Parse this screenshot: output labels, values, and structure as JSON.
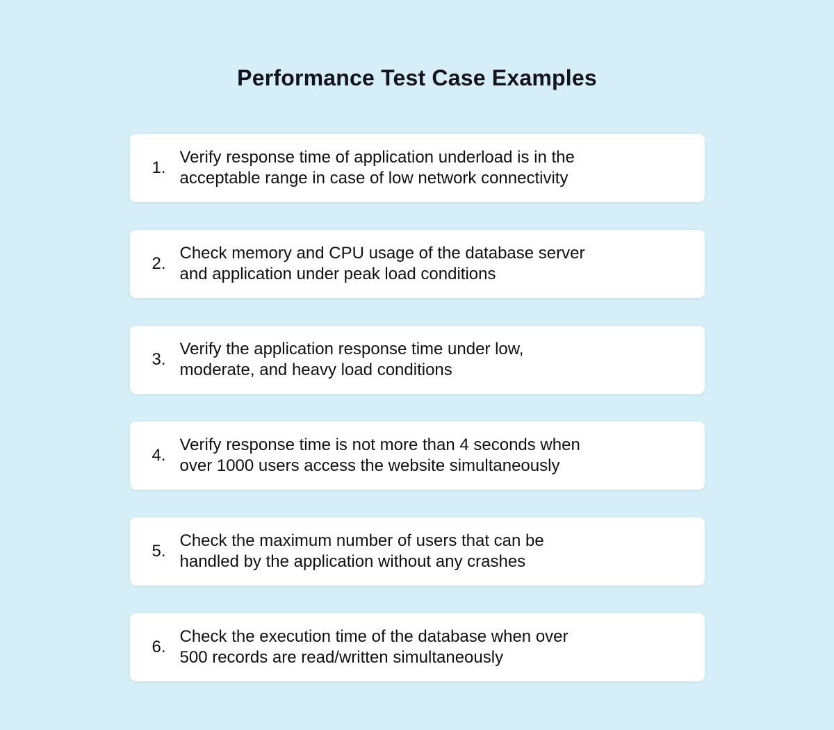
{
  "page": {
    "title": "Performance Test Case Examples"
  },
  "colors": {
    "background": "#d6eef7",
    "card": "#ffffff",
    "title": "#14141f",
    "text": "#101010"
  },
  "cards": [
    {
      "number": "1.",
      "lines": [
        "Verify response time of application underload is in the",
        "acceptable range in case of low network connectivity"
      ]
    },
    {
      "number": "2.",
      "lines": [
        "Check memory and CPU usage of the database server",
        "and application under peak load conditions"
      ]
    },
    {
      "number": "3.",
      "lines": [
        "Verify the application response time under low,",
        "moderate, and heavy load conditions"
      ]
    },
    {
      "number": "4.",
      "lines": [
        "Verify response time is not more than 4 seconds when",
        "over 1000 users access the website simultaneously"
      ]
    },
    {
      "number": "5.",
      "lines": [
        "Check the maximum number of users that can be",
        "handled by the application without any crashes"
      ]
    },
    {
      "number": "6.",
      "lines": [
        "Check the execution time of the database when over",
        "500 records are read/written simultaneously"
      ]
    }
  ]
}
